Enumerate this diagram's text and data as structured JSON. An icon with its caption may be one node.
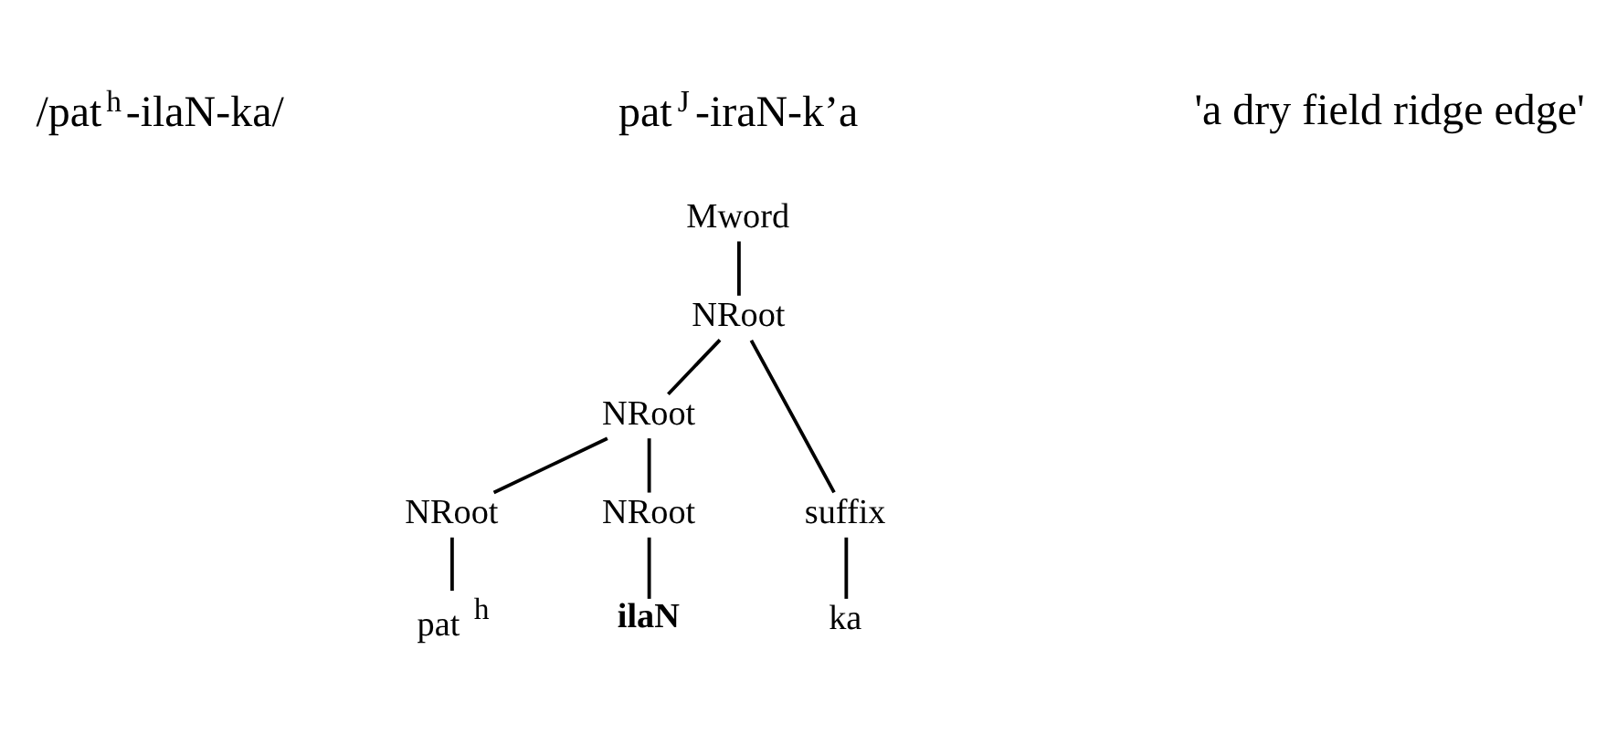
{
  "diagram": {
    "nodes": [
      {
        "text": [
          "Mword"
        ]
      },
      {
        "text": [
          "NRoot"
        ]
      },
      {
        "text": [
          "NRoot"
        ]
      },
      {
        "text": [
          "suffix"
        ]
      },
      {
        "text": [
          "NRoot"
        ]
      },
      {
        "text": [
          "NRoot"
        ]
      },
      {
        "text": [
          "pat $^{h}$"
        ]
      },
      {
        "text": [
          "ilaN"
        ]
      },
      {
        "text": [
          "ka"
        ]
      }
    ],
    "edges": [
      {
        "from": 0,
        "to": 1,
        "arrow": "none"
      },
      {
        "from": 1,
        "to": 2,
        "arrow": "none"
      },
      {
        "from": 1,
        "to": 3,
        "arrow": "none"
      },
      {
        "from": 2,
        "to": 4,
        "arrow": "none"
      },
      {
        "from": 2,
        "to": 5,
        "arrow": "none"
      },
      {
        "from": 4,
        "to": 6,
        "arrow": "none"
      },
      {
        "from": 5,
        "to": 7,
        "arrow": "none"
      },
      {
        "from": 3,
        "to": 8,
        "arrow": "none"
      }
    ],
    "labels": [
      "/pat$^{h}$-ilaN-ka/",
      "pat$^{J}$-iraN-k’a",
      "'a dry field ridge edge'"
    ]
  }
}
